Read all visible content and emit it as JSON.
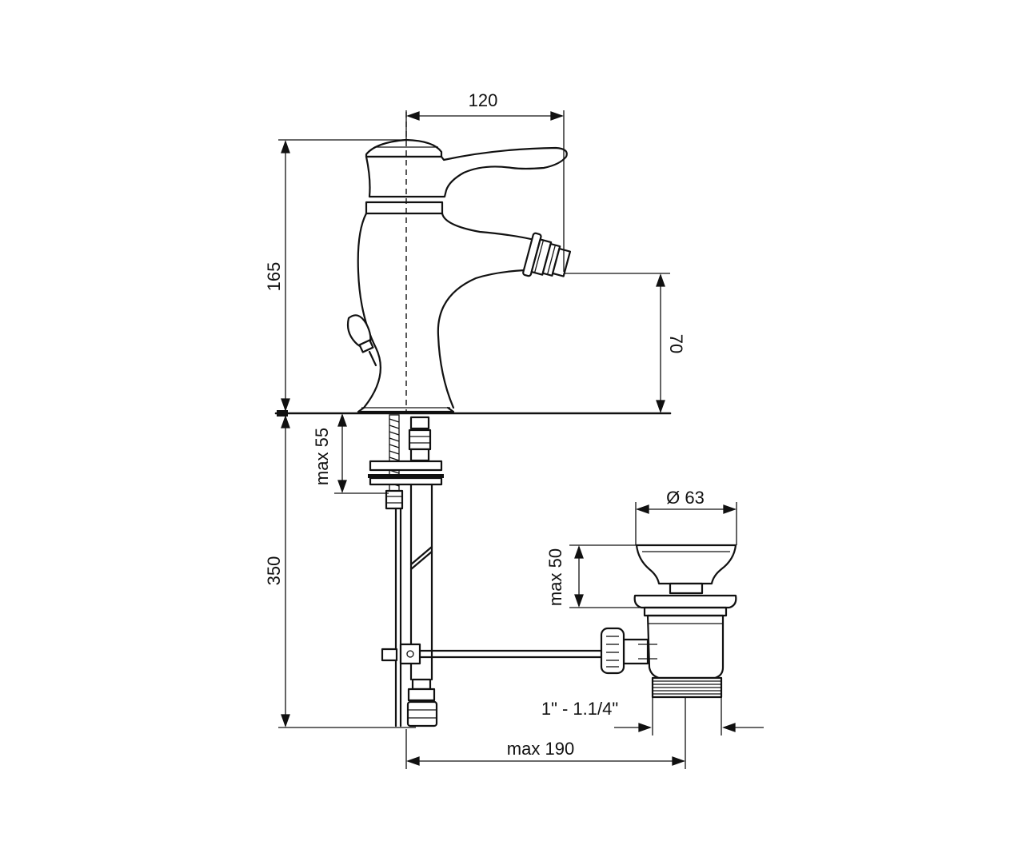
{
  "dimensions": {
    "spout_reach": "120",
    "total_height": "165",
    "outlet_height": "70",
    "max_deck_thickness": "max 55",
    "supply_length": "350",
    "waste_diameter": "Ø 63",
    "waste_max_basin": "max 50",
    "waste_thread": "1\" - 1.1/4\"",
    "pop_up_rod_length": "max 190"
  },
  "colors": {
    "line": "#111111",
    "background": "#ffffff"
  }
}
